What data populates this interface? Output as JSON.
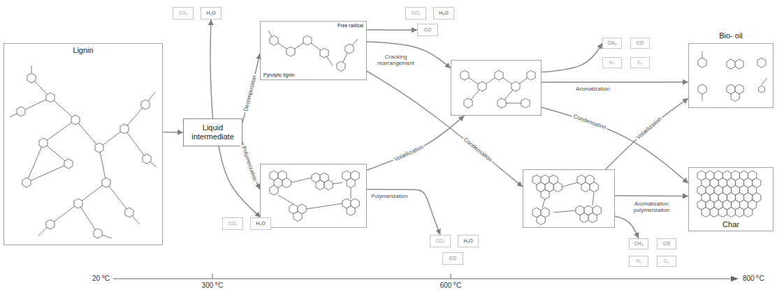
{
  "diagram": {
    "nodes": [
      {
        "text": [
          "Lignin"
        ]
      },
      {
        "text": [
          "Liquid intermediate"
        ]
      },
      {
        "text": [
          "CO₂"
        ]
      },
      {
        "text": [
          "H₂O"
        ]
      },
      {
        "text": [
          "Pyrolytic lignin",
          "Free radical"
        ]
      },
      {
        "text": [
          "CO₂"
        ]
      },
      {
        "text": [
          "H₂O"
        ]
      },
      {
        "text": [
          "CO"
        ]
      },
      {
        "text": []
      },
      {
        "text": [
          "CH₄"
        ]
      },
      {
        "text": [
          "CO"
        ]
      },
      {
        "text": [
          "H₂"
        ]
      },
      {
        "text": [
          "C₂"
        ]
      },
      {
        "text": [
          "Bio- oil"
        ]
      },
      {
        "text": []
      },
      {
        "text": [
          "CO₂"
        ]
      },
      {
        "text": [
          "H₂O"
        ]
      },
      {
        "text": [
          "CO₂"
        ]
      },
      {
        "text": [
          "H₂O"
        ]
      },
      {
        "text": [
          "CO"
        ]
      },
      {
        "text": []
      },
      {
        "text": [
          "CH₄"
        ]
      },
      {
        "text": [
          "CO"
        ]
      },
      {
        "text": [
          "H₂"
        ]
      },
      {
        "text": [
          "C₂"
        ]
      },
      {
        "text": [
          "Char"
        ]
      }
    ],
    "edges": [
      {
        "from": 0,
        "to": 1,
        "arrow": "to"
      },
      {
        "from": 1,
        "to": 4,
        "label": "Decomposition",
        "arrow": "to"
      },
      {
        "from": 1,
        "to": 14,
        "label": "Polymerization",
        "arrow": "to"
      },
      {
        "from": 1,
        "to": 3,
        "arrow": "to"
      },
      {
        "from": 1,
        "to": 16,
        "arrow": "to"
      },
      {
        "from": 4,
        "to": 8,
        "label": "Cracking rearrangement",
        "arrow": "to"
      },
      {
        "from": 4,
        "to": 7,
        "arrow": "to"
      },
      {
        "from": 4,
        "to": 20,
        "label": "Condensation",
        "arrow": "to"
      },
      {
        "from": 14,
        "to": 8,
        "label": "Volatilization",
        "arrow": "to"
      },
      {
        "from": 14,
        "to": 17,
        "label": "Polymerization",
        "arrow": "to"
      },
      {
        "from": 8,
        "to": 13,
        "label": "Aromatization",
        "arrow": "to"
      },
      {
        "from": 8,
        "to": 9,
        "arrow": "to"
      },
      {
        "from": 8,
        "to": 25,
        "label": "Condensation",
        "arrow": "to"
      },
      {
        "from": 20,
        "to": 13,
        "label": "Volatilization",
        "arrow": "to"
      },
      {
        "from": 20,
        "to": 25,
        "label": "Aromatization polymerization",
        "arrow": "to"
      },
      {
        "from": 20,
        "to": 21,
        "arrow": "to"
      }
    ],
    "labels": [
      "20 ⁰C",
      "300 ⁰C",
      "600 ⁰C",
      "800 ⁰C"
    ]
  }
}
